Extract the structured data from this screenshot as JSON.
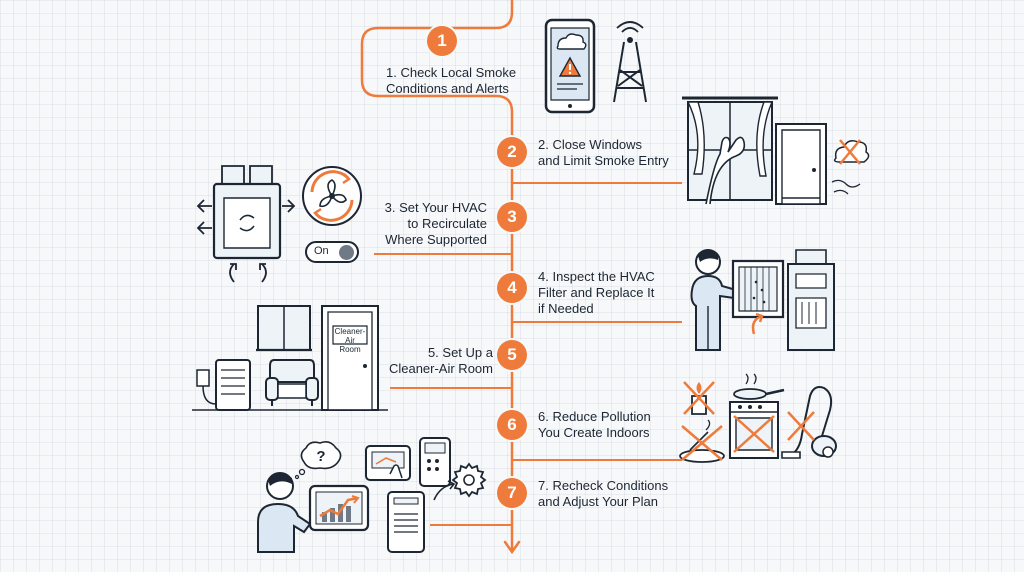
{
  "accent_color": "#ee7b3b",
  "ink_color": "#1d2733",
  "steps": [
    {
      "number": "1",
      "label": "1. Check Local Smoke\nConditions and Alerts"
    },
    {
      "number": "2",
      "label": "2. Close Windows\nand Limit Smoke Entry"
    },
    {
      "number": "3",
      "label": "3. Set Your HVAC\nto Recirculate\nWhere Supported"
    },
    {
      "number": "4",
      "label": "4. Inspect the HVAC\nFilter and Replace It\nif Needed"
    },
    {
      "number": "5",
      "label": "5. Set Up a\nCleaner-Air Room"
    },
    {
      "number": "6",
      "label": "6. Reduce Pollution\nYou Create Indoors"
    },
    {
      "number": "7",
      "label": "7. Recheck Conditions\nand Adjust Your Plan"
    }
  ],
  "illustrations": {
    "toggle_label": "On",
    "room_sign": "Cleaner-Air\nRoom",
    "thought_symbol": "?"
  },
  "icons": [
    "smartphone-alert-icon",
    "cell-tower-icon",
    "window-icon",
    "door-icon",
    "smoke-blocked-icon",
    "hvac-unit-icon",
    "fan-icon",
    "toggle-switch-icon",
    "person-icon",
    "air-filter-icon",
    "furnace-icon",
    "air-purifier-icon",
    "armchair-icon",
    "candle-icon",
    "stove-icon",
    "vacuum-icon",
    "incense-icon",
    "tablet-chart-icon",
    "thermostat-icon",
    "gear-icon"
  ]
}
